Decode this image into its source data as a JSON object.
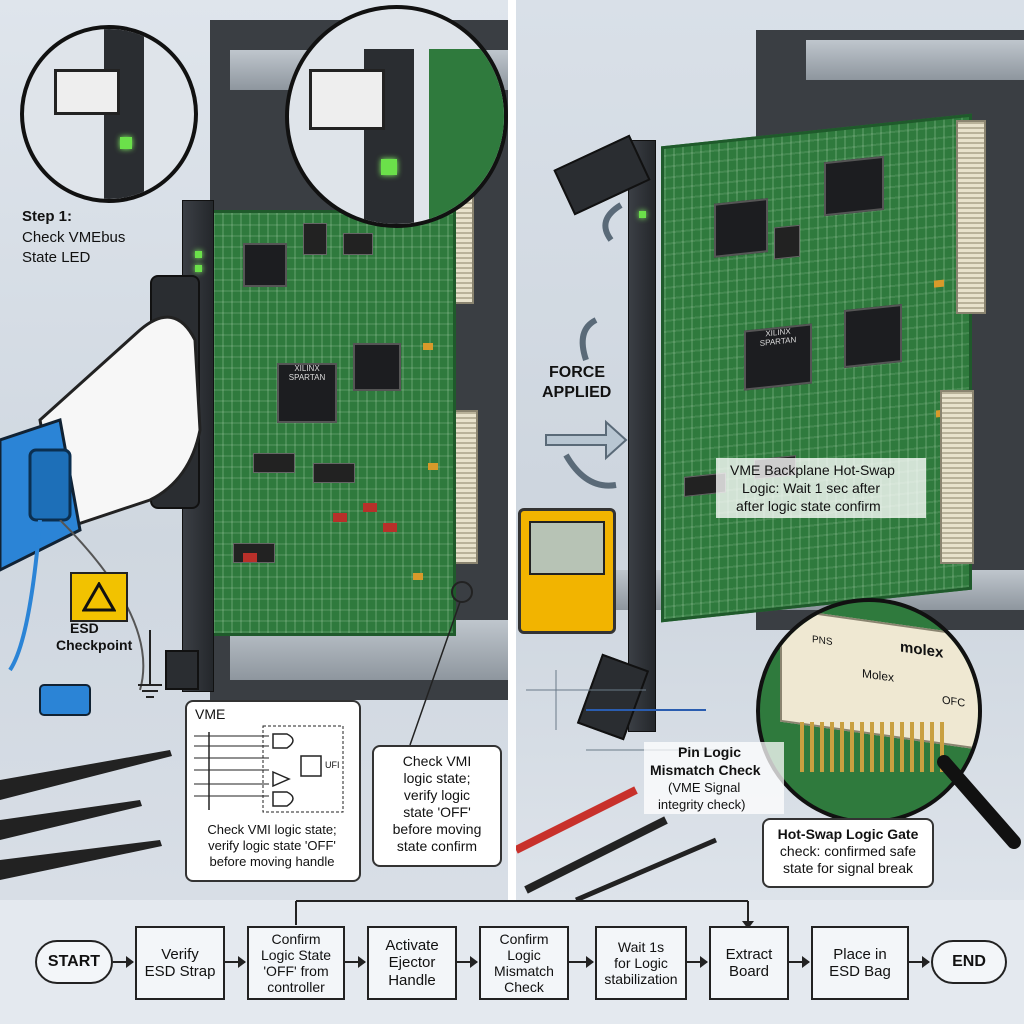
{
  "left_panel": {
    "step_label": "Step 1:",
    "step_text_line1": "Check VMEbus",
    "step_text_line2": "State LED",
    "esd_label": "ESD",
    "esd_label2": "Checkpoint",
    "schematic_title": "VME",
    "schematic_ufi": "UFI",
    "schematic_caption_line1": "Check VMI logic state;",
    "schematic_caption_line2": "verify logic state 'OFF'",
    "schematic_caption_line3": "before moving handle",
    "side_note_line1": "Check VMI",
    "side_note_line2": "logic state;",
    "side_note_line3": "verify logic",
    "side_note_line4": "state 'OFF'",
    "side_note_line5": "before moving",
    "side_note_line6": "state confirm",
    "chip_label": "XILINX SPARTAN"
  },
  "right_panel": {
    "force_line1": "FORCE",
    "force_line2": "APPLIED",
    "hotswap_line1": "VME Backplane Hot-Swap",
    "hotswap_line2": "Logic: Wait 1 sec after",
    "hotswap_line3": "after logic state confirm",
    "connector_brand": "molex",
    "connector_brand2": "Molex",
    "connector_pins": "PNS",
    "connector_side": "OFC",
    "pin_check_line1": "Pin Logic",
    "pin_check_line2": "Mismatch Check",
    "pin_check_line3": "(VME Signal",
    "pin_check_line4": "integrity check)",
    "gate_line1": "Hot-Swap Logic Gate",
    "gate_line2": "check: confirmed safe",
    "gate_line3": "state for signal break",
    "chip_label": "XILINX SPARTAN"
  },
  "flow": {
    "start": "START",
    "end": "END",
    "steps": [
      {
        "line1": "Verify",
        "line2": "ESD Strap",
        "line3": ""
      },
      {
        "line1": "Confirm",
        "line2": "Logic State",
        "line3": "'OFF' from controller"
      },
      {
        "line1": "Activate",
        "line2": "Ejector",
        "line3": "Handle"
      },
      {
        "line1": "Confirm",
        "line2": "Logic",
        "line3": "Mismatch Check"
      },
      {
        "line1": "Wait 1s",
        "line2": "for Logic",
        "line3": "stabilization"
      },
      {
        "line1": "Extract",
        "line2": "Board",
        "line3": ""
      },
      {
        "line1": "Place in",
        "line2": "ESD Bag",
        "line3": ""
      }
    ]
  },
  "colors": {
    "pcb": "#2f7a3d",
    "led": "#6be04a",
    "esd_yellow": "#f2c200",
    "wristband": "#2b84d6"
  }
}
